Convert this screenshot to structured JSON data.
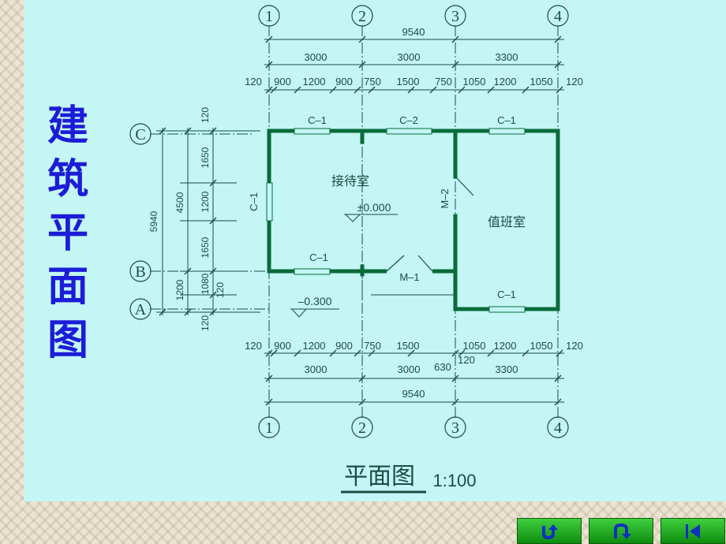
{
  "slide": {
    "title": "建筑平面图"
  },
  "plan": {
    "axes_top": [
      "1",
      "2",
      "3",
      "4"
    ],
    "axes_bottom": [
      "1",
      "2",
      "3",
      "4"
    ],
    "axes_left": [
      "C",
      "B",
      "A"
    ],
    "top_dims": {
      "overall": "9540",
      "bays": [
        "3000",
        "3000",
        "3300"
      ],
      "details": [
        "120",
        "900",
        "1200",
        "900",
        "750",
        "1500",
        "750",
        "1050",
        "1200",
        "1050",
        "120"
      ]
    },
    "bottom_dims": {
      "overall": "9540",
      "bays": [
        "3000",
        "3000",
        "3300"
      ],
      "details": [
        "120",
        "900",
        "1200",
        "900",
        "750",
        "1500",
        "1050",
        "1200",
        "1050",
        "120"
      ],
      "extra": [
        "630",
        "120"
      ]
    },
    "left_dims": {
      "overall": "5940",
      "bays": [
        "4500",
        "1200"
      ],
      "details": [
        "120",
        "1650",
        "1200",
        "1650",
        "1080",
        "120",
        "120"
      ]
    },
    "rooms": {
      "reception": "接待室",
      "duty": "值班室"
    },
    "openings": {
      "window_c1": "C–1",
      "window_c2": "C–2",
      "door_m1": "M–1",
      "door_m2": "M–2"
    },
    "levels": {
      "floor": "±0.000",
      "outside": "–0.300"
    },
    "caption": "平面图",
    "scale": "1:100"
  },
  "navigation": {
    "buttons": [
      "return-icon",
      "u-turn-icon",
      "skip-to-start-icon"
    ]
  },
  "colors": {
    "background": "#c3f6f4",
    "title": "#1c1cd8",
    "wall": "#0a6a3a",
    "drawing": "#1a4d44"
  }
}
